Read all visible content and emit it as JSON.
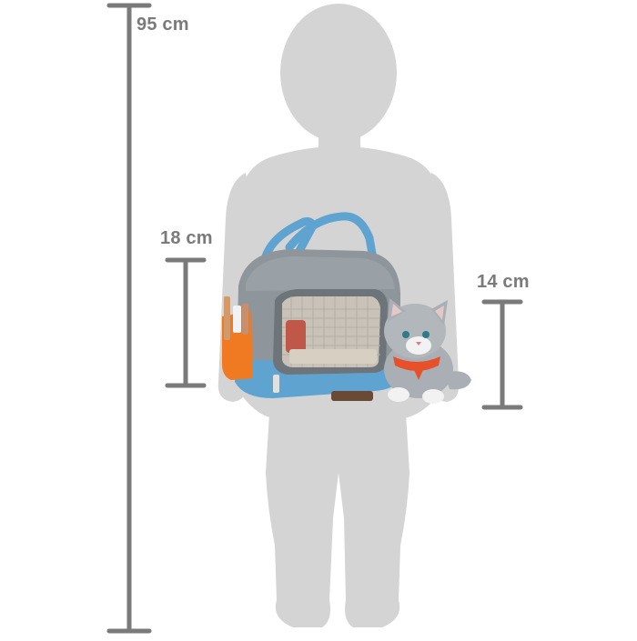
{
  "measurements": {
    "child_height": "95 cm",
    "bag_height": "18 cm",
    "cat_height": "14 cm"
  },
  "colors": {
    "silhouette": "#d4d4d4",
    "dimension_lines": "#7a7a7a",
    "bag_body": "#8f969b",
    "bag_trim": "#5fa3d0",
    "bag_pocket": "#f07a22",
    "cat_fur": "#a9afb4",
    "cat_harness": "#e8502a"
  },
  "objects": {
    "figure": "child-silhouette",
    "product": "pet-carrier-bag-with-plush-cat"
  }
}
